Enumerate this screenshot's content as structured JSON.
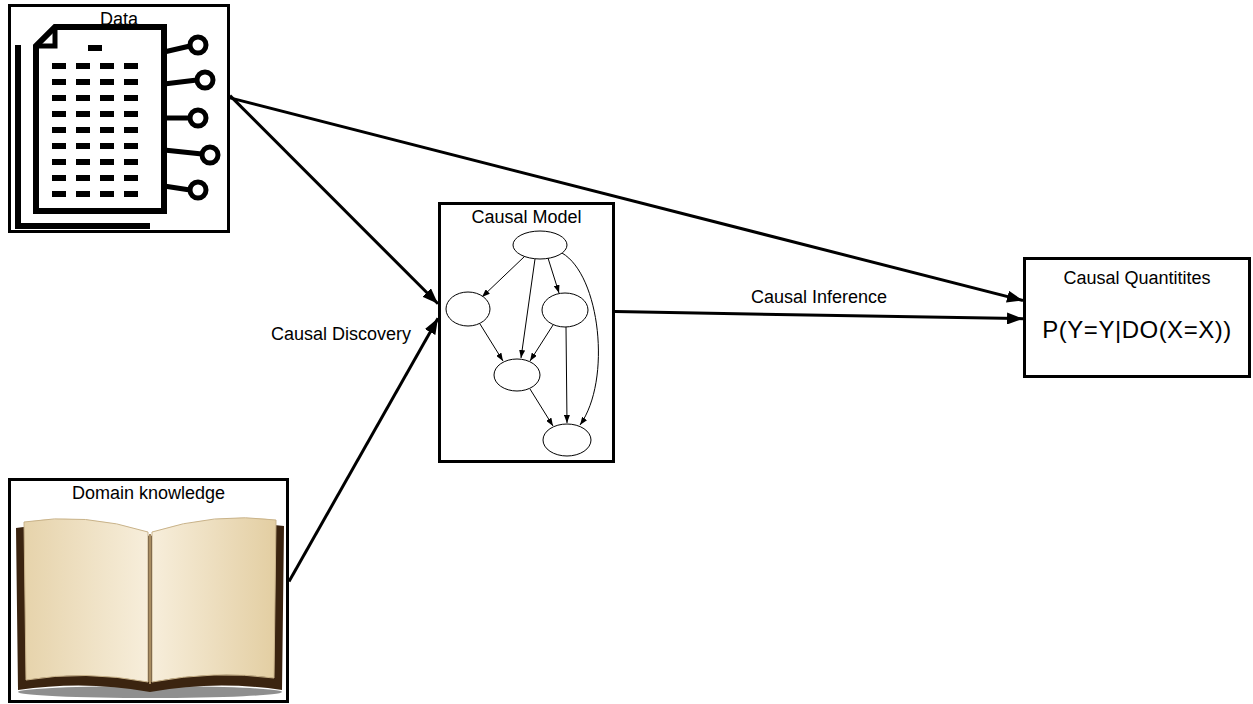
{
  "diagram": {
    "nodes": [
      {
        "text": [
          "Data"
        ]
      },
      {
        "text": [
          "Causal Model"
        ]
      },
      {
        "text": [
          "Causal Quantitites",
          "P(Y=Y|DO(X=X))"
        ]
      },
      {
        "text": [
          "Domain knowledge"
        ]
      }
    ],
    "edges": [
      {
        "from": 0,
        "to": 1,
        "arrow": "to"
      },
      {
        "from": 3,
        "to": 1,
        "arrow": "to"
      },
      {
        "from": 0,
        "to": 2,
        "arrow": "to"
      },
      {
        "from": 1,
        "to": 2,
        "label": "Causal Inference",
        "arrow": "to"
      }
    ],
    "labels": [
      "Causal Discovery"
    ]
  }
}
